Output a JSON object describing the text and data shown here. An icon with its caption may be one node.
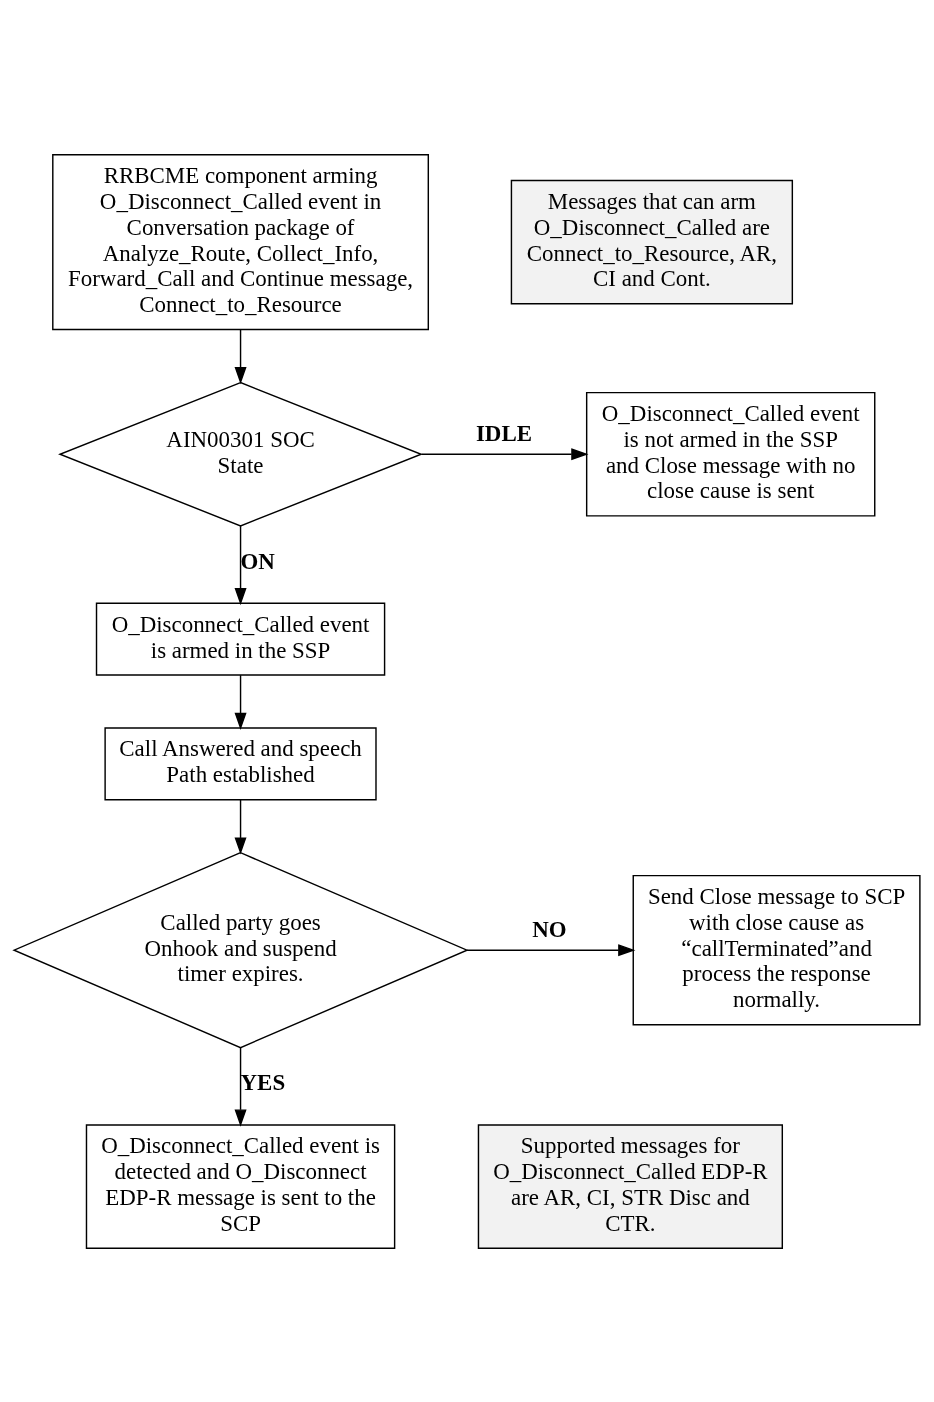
{
  "diagram": {
    "nodes": [
      {
        "text": [
          "RRBCME component arming O_Disconnect_Called event in Conversation package of Analyze_Route, Collect_Info, Forward_Call and Continue message, Connect_to_Resource"
        ]
      },
      {
        "text": [
          "Messages that can arm O_Disconnect_Called are Connect_to_Resource, AR, CI and Cont."
        ]
      },
      {
        "text": [
          "AIN00301 SOC State"
        ]
      },
      {
        "text": [
          "O_Disconnect_Called event is not armed in the SSP and Close message with no close cause is sent"
        ]
      },
      {
        "text": [
          "O_Disconnect_Called event is armed in the SSP"
        ]
      },
      {
        "text": [
          "Call Answered and speech Path established"
        ]
      },
      {
        "text": [
          "Called party goes Onhook and suspend timer expires."
        ]
      },
      {
        "text": [
          "Send Close message to SCP with close cause as “callTerminated”and process the response normally."
        ]
      },
      {
        "text": [
          "O_Disconnect_Called event is detected and O_Disconnect EDP-R message is sent to the SCP"
        ]
      },
      {
        "text": [
          "Supported messages for O_Disconnect_Called EDP-R are AR, CI, STR Disc and CTR."
        ]
      }
    ],
    "edges": [
      {
        "from": 0,
        "to": 2,
        "arrow": "to"
      },
      {
        "from": 2,
        "to": 3,
        "arrow": "to",
        "label": "IDLE"
      },
      {
        "from": 2,
        "to": 4,
        "arrow": "to",
        "label": "ON"
      },
      {
        "from": 4,
        "to": 5,
        "arrow": "to"
      },
      {
        "from": 5,
        "to": 6,
        "arrow": "to"
      },
      {
        "from": 6,
        "to": 7,
        "arrow": "to",
        "label": "NO"
      },
      {
        "from": 6,
        "to": 8,
        "arrow": "to",
        "label": "YES"
      }
    ]
  }
}
